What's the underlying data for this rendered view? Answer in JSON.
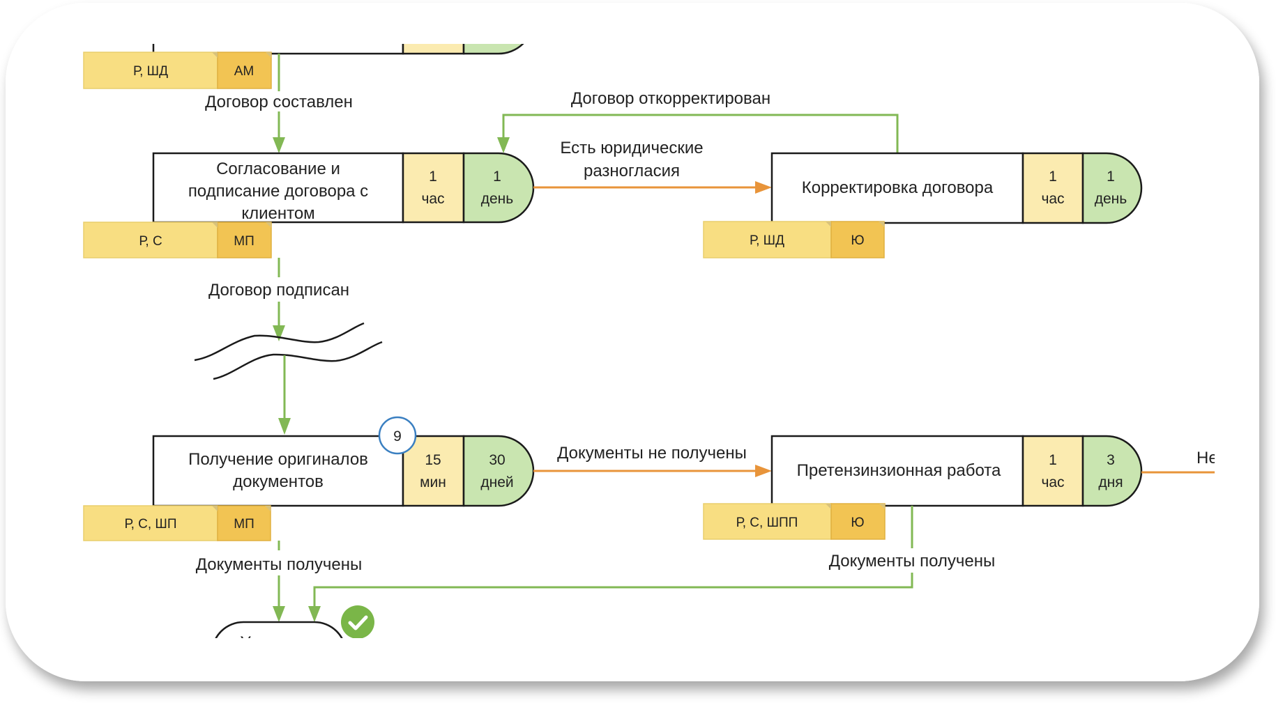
{
  "colors": {
    "flow_success": "#82B854",
    "flow_alternative": "#E8943A",
    "cell_time": "#FBEBB0",
    "cell_duration": "#C9E5B0",
    "tag_roles": "#F8DE82",
    "tag_owner": "#F2C453",
    "badge_border": "#3A7FC1",
    "success_icon": "#7AB648"
  },
  "processes": {
    "top": {
      "name": "",
      "time": {
        "value": "",
        "unit": ""
      },
      "duration": {
        "value": "",
        "unit": ""
      },
      "roles": "Р, ШД",
      "owner": "АМ"
    },
    "approval": {
      "lines": [
        "Согласование и",
        "подписание договора с",
        "клиентом"
      ],
      "time": {
        "value": "1",
        "unit": "час"
      },
      "duration": {
        "value": "1",
        "unit": "день"
      },
      "roles": "Р, С",
      "owner": "МП"
    },
    "correction": {
      "lines": [
        "Корректировка договора"
      ],
      "time": {
        "value": "1",
        "unit": "час"
      },
      "duration": {
        "value": "1",
        "unit": "день"
      },
      "roles": "Р, ШД",
      "owner": "Ю"
    },
    "originals": {
      "lines": [
        "Получение оригиналов",
        "документов"
      ],
      "time": {
        "value": "15",
        "unit": "мин"
      },
      "duration": {
        "value": "30",
        "unit": "дней"
      },
      "roles": "Р, С, ШП",
      "owner": "МП",
      "badge": "9"
    },
    "claims": {
      "lines": [
        "Претензинзионная работа"
      ],
      "time": {
        "value": "1",
        "unit": "час"
      },
      "duration": {
        "value": "3",
        "unit": "дня"
      },
      "roles": "Р, С, ШПП",
      "owner": "Ю"
    }
  },
  "flows": {
    "contract_drafted": "Договор составлен",
    "contract_corrected": "Договор откорректирован",
    "legal_disagreements": [
      "Есть юридические",
      "разногласия"
    ],
    "contract_signed": "Договор подписан",
    "docs_not_received": "Документы не получены",
    "docs_received_left": "Документы получены",
    "docs_received_right": "Документы получены",
    "not_label_clipped": "Не"
  },
  "end": {
    "label": "Успешное",
    "status_icon": "check-circle-icon"
  }
}
